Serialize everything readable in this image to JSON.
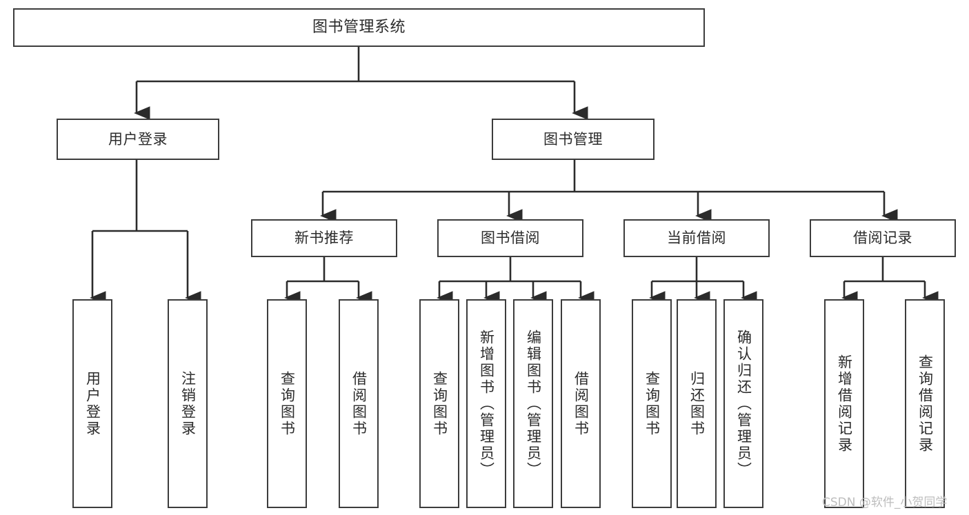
{
  "diagram": {
    "title": "图书管理系统",
    "type": "tree-hierarchy-chart",
    "style": {
      "box_border_color": "#3c3c3c",
      "box_fill_color": "#ffffff",
      "connector_color": "#2b2b2b",
      "text_color": "#2b2b2b",
      "background_color": "#ffffff"
    },
    "nodes": {
      "root": {
        "label": "图书管理系统",
        "level": 0
      },
      "l1": [
        {
          "id": "user_login",
          "label": "用户登录",
          "level": 1
        },
        {
          "id": "book_mgmt",
          "label": "图书管理",
          "level": 1
        }
      ],
      "l2": [
        {
          "id": "new_book_rec",
          "label": "新书推荐",
          "level": 2,
          "parent": "book_mgmt"
        },
        {
          "id": "book_borrow",
          "label": "图书借阅",
          "level": 2,
          "parent": "book_mgmt"
        },
        {
          "id": "current_borrow",
          "label": "当前借阅",
          "level": 2,
          "parent": "book_mgmt"
        },
        {
          "id": "borrow_record",
          "label": "借阅记录",
          "level": 2,
          "parent": "book_mgmt"
        }
      ],
      "leaves": [
        {
          "id": "leaf_user_login",
          "label": "用户登录",
          "parent": "user_login"
        },
        {
          "id": "leaf_user_logout",
          "label": "注销登录",
          "parent": "user_login"
        },
        {
          "id": "leaf_query_book_1",
          "label": "查询图书",
          "parent": "new_book_rec"
        },
        {
          "id": "leaf_borrow_book_1",
          "label": "借阅图书",
          "parent": "new_book_rec"
        },
        {
          "id": "leaf_query_book_2",
          "label": "查询图书",
          "parent": "book_borrow"
        },
        {
          "id": "leaf_add_book",
          "label": "新增图书（管理员）",
          "parent": "book_borrow"
        },
        {
          "id": "leaf_edit_book",
          "label": "编辑图书（管理员）",
          "parent": "book_borrow"
        },
        {
          "id": "leaf_borrow_book_2",
          "label": "借阅图书",
          "parent": "book_borrow"
        },
        {
          "id": "leaf_query_book_3",
          "label": "查询图书",
          "parent": "current_borrow"
        },
        {
          "id": "leaf_return_book",
          "label": "归还图书",
          "parent": "current_borrow"
        },
        {
          "id": "leaf_confirm_return",
          "label": "确认归还（管理员）",
          "parent": "current_borrow"
        },
        {
          "id": "leaf_add_record",
          "label": "新增借阅记录",
          "parent": "borrow_record"
        },
        {
          "id": "leaf_query_record",
          "label": "查询借阅记录",
          "parent": "borrow_record"
        }
      ]
    }
  },
  "watermark": {
    "text": "CSDN @软件_小贺同学"
  }
}
